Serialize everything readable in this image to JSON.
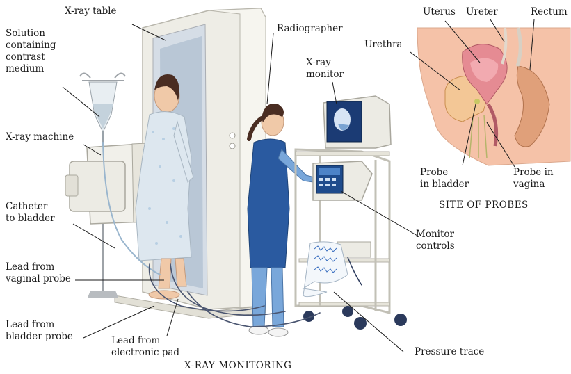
{
  "labels": {
    "xray_table": "X-ray table",
    "solution": "Solution\ncontaining\ncontrast\nmedium",
    "xray_machine": "X-ray machine",
    "catheter": "Catheter\nto bladder",
    "lead_vaginal": "Lead from\nvaginal probe",
    "lead_bladder": "Lead from\nbladder probe",
    "lead_pad": "Lead from\nelectronic pad",
    "radiographer": "Radiographer",
    "xray_monitor": "X-ray\nmonitor",
    "monitor_controls": "Monitor\ncontrols",
    "pressure_trace": "Pressure trace",
    "uterus": "Uterus",
    "ureter": "Ureter",
    "rectum": "Rectum",
    "urethra": "Urethra",
    "probe_bladder": "Probe\nin bladder",
    "probe_vagina": "Probe in\nvagina"
  },
  "captions": {
    "main": "X-RAY MONITORING",
    "inset": "SITE OF PROBES"
  },
  "colors": {
    "gown": "#9fc0dc",
    "tunic": "#2a5aa0",
    "skin": "#f0c9a8",
    "machine": "#f1f0ea",
    "bladder": "#f3c796",
    "uterus": "#e58b93",
    "rectum": "#e0a07a",
    "inset_skin": "#f5c2a8"
  }
}
